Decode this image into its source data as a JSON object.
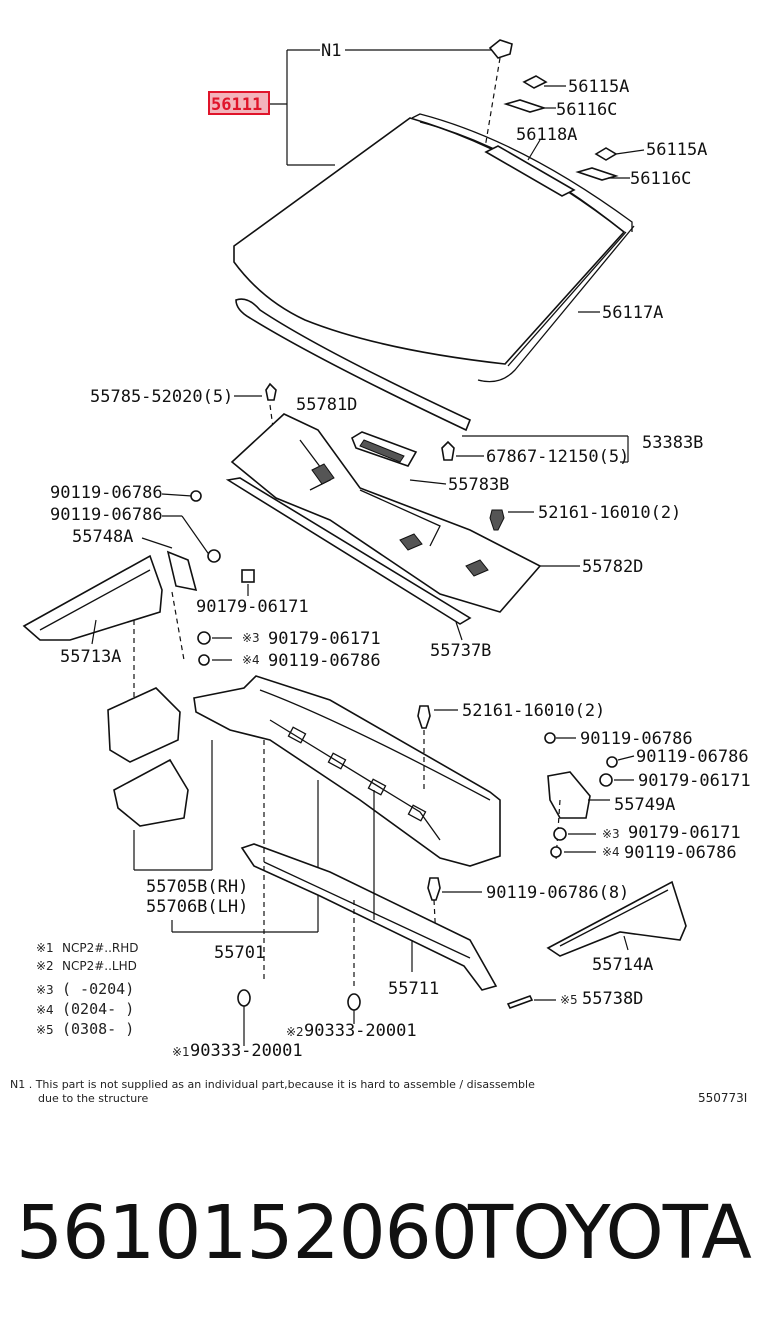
{
  "callouts": {
    "n1": "N1",
    "c56111": "56111",
    "c56115a_1": "56115A",
    "c56116c_1": "56116C",
    "c56118a": "56118A",
    "c56115a_2": "56115A",
    "c56116c_2": "56116C",
    "c56117a": "56117A",
    "c55785": "55785-52020(5)",
    "c55781d": "55781D",
    "c53383b": "53383B",
    "c67867": "67867-12150(5)",
    "c55783b": "55783B",
    "c90119_a": "90119-06786",
    "c90119_b": "90119-06786",
    "c52161_a": "52161-16010(2)",
    "c55748a": "55748A",
    "c55782d": "55782D",
    "c90179_a": "90179-06171",
    "c90179_b": "90179-06171",
    "c90119_c": "90119-06786",
    "c55713a": "55713A",
    "c55737b": "55737B",
    "c52161_b": "52161-16010(2)",
    "c90119_d": "90119-06786",
    "c90119_e": "90119-06786",
    "c90179_c": "90179-06171",
    "c55749a": "55749A",
    "c90179_d": "90179-06171",
    "c90119_f": "90119-06786",
    "c55705b": "55705B(RH)",
    "c55706b": "55706B(LH)",
    "c90119_8": "90119-06786(8)",
    "c55714a": "55714A",
    "c55701": "55701",
    "c55711": "55711",
    "c55738d": "55738D",
    "c90333_2": "90333-20001",
    "c90333_1": "90333-20001"
  },
  "marks": {
    "m3": "※3",
    "m4": "※4",
    "m3b": "※3",
    "m4b": "※4",
    "m5": "※5",
    "m2": "※2",
    "m1": "※1"
  },
  "legend": [
    {
      "mark": "※1",
      "text": "NCP2#..RHD"
    },
    {
      "mark": "※2",
      "text": "NCP2#..LHD"
    },
    {
      "mark": "※3",
      "text": "(        -0204)"
    },
    {
      "mark": "※4",
      "text": "(0204-         )"
    },
    {
      "mark": "※5",
      "text": "(0308-         )"
    }
  ],
  "note": {
    "line1": "N1 . This part is not supplied as an individual part,because it is hard to assemble / disassemble",
    "line2": "due to the structure"
  },
  "diagram_id": "550773I",
  "caption": {
    "part_number": "5610152060",
    "brand": "TOYOTA"
  },
  "colors": {
    "highlight": "#e0142a",
    "ink": "#111111"
  }
}
